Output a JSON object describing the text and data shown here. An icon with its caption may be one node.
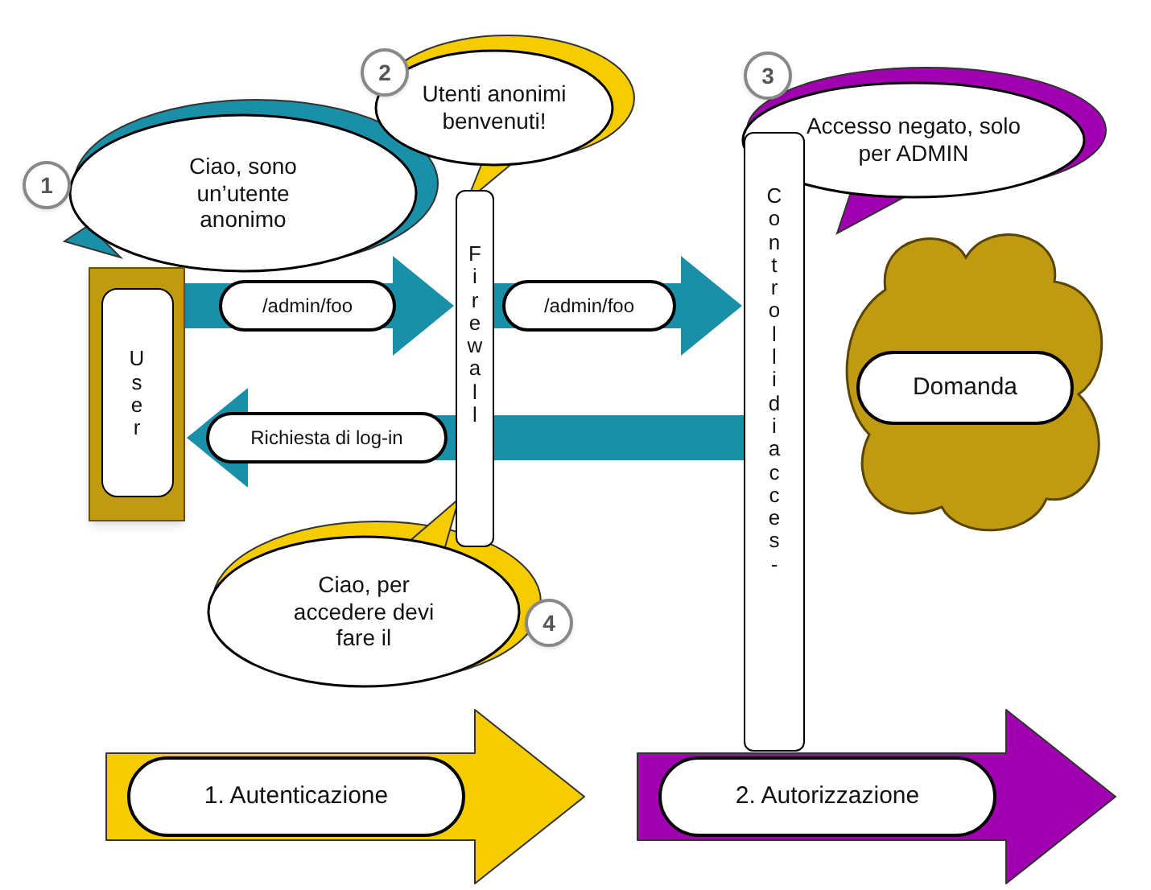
{
  "diagram": {
    "nodes": [
      {
        "text": [
          "Utenti anonimi benvenuti!"
        ],
        "beside": [
          "2"
        ]
      },
      {
        "text": [
          "Accesso negato, solo per ADMIN"
        ],
        "beside": [
          "3"
        ]
      },
      {
        "text": [
          "Ciao, sono un’utente anonimo"
        ],
        "beside": [
          "1"
        ]
      },
      {
        "text": [
          "User"
        ]
      },
      {
        "text": [
          "Firewall"
        ]
      },
      {
        "text": [
          "Controlli di acces-"
        ]
      },
      {
        "text": [],
        "shape": "cloud"
      },
      {
        "text": [
          "Domanda"
        ],
        "in": 6
      },
      {
        "text": [
          "Ciao, per accedere devi fare il"
        ],
        "beside": [
          "4"
        ]
      },
      {
        "text": [
          "1. Autenticazione"
        ]
      },
      {
        "text": [
          "2. Autorizzazione"
        ]
      }
    ],
    "edges": [
      {
        "from": 3,
        "to": 4,
        "arrow": "to",
        "label": "/admin/foo"
      },
      {
        "from": 4,
        "to": 5,
        "arrow": "to",
        "label": "/admin/foo"
      },
      {
        "from": 5,
        "to": 4,
        "arrow": "none"
      },
      {
        "from": 4,
        "to": 3,
        "arrow": "to",
        "label": "Richiesta di log-in"
      }
    ]
  }
}
